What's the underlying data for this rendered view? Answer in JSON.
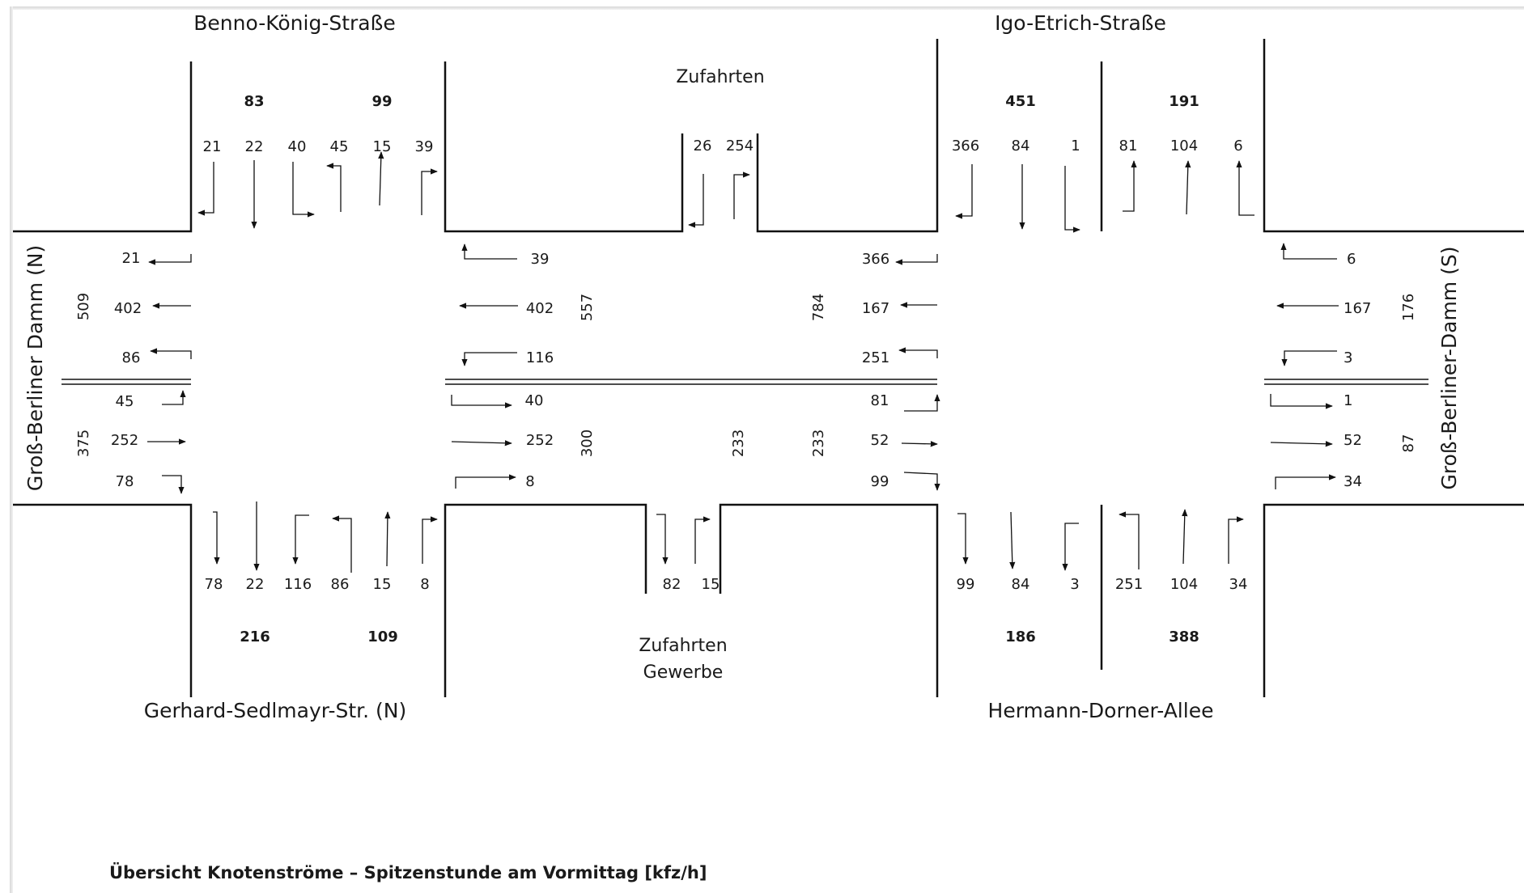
{
  "caption": "Übersicht Knotenströme – Spitzenstunde am Vormittag [kfz/h]",
  "roads": {
    "north_west": "Benno-König-Straße",
    "north_east": "Igo-Etrich-Straße",
    "south_west": "Gerhard-Sedlmayr-Str. (N)",
    "south_east": "Hermann-Dorner-Allee",
    "west": "Groß-Berliner Damm (N)",
    "east": "Groß-Berliner-Damm (S)"
  },
  "zufahrten_top": "Zufahrten",
  "zufahrten_bottom": [
    "Zufahrten",
    "Gewerbe"
  ],
  "junction_west": {
    "north_totals": [
      "83",
      "99"
    ],
    "north_lanes": [
      "21",
      "22",
      "40",
      "45",
      "15",
      "39"
    ],
    "south_lanes": [
      "78",
      "22",
      "116",
      "86",
      "15",
      "8"
    ],
    "south_totals": [
      "216",
      "109"
    ],
    "west_in": [
      "45",
      "252",
      "78"
    ],
    "west_out": [
      "21",
      "402",
      "86"
    ],
    "west_totals": [
      "509",
      "375"
    ],
    "east_out": [
      "40",
      "252",
      "8"
    ],
    "east_in": [
      "39",
      "402",
      "116"
    ],
    "east_totals": [
      "557",
      "300"
    ]
  },
  "access": {
    "north": [
      "26",
      "254"
    ],
    "south": [
      "82",
      "15"
    ],
    "mid_total": "233"
  },
  "junction_east": {
    "north_totals": [
      "451",
      "191"
    ],
    "north_lanes": [
      "366",
      "84",
      "1",
      "81",
      "104",
      "6"
    ],
    "south_lanes": [
      "99",
      "84",
      "3",
      "251",
      "104",
      "34"
    ],
    "south_totals": [
      "186",
      "388"
    ],
    "west_out": [
      "366",
      "167",
      "251"
    ],
    "west_in": [
      "81",
      "52",
      "99"
    ],
    "west_totals": [
      "784",
      "233"
    ],
    "east_in": [
      "6",
      "167",
      "3"
    ],
    "east_out": [
      "1",
      "52",
      "34"
    ],
    "east_totals": [
      "176",
      "87"
    ]
  }
}
